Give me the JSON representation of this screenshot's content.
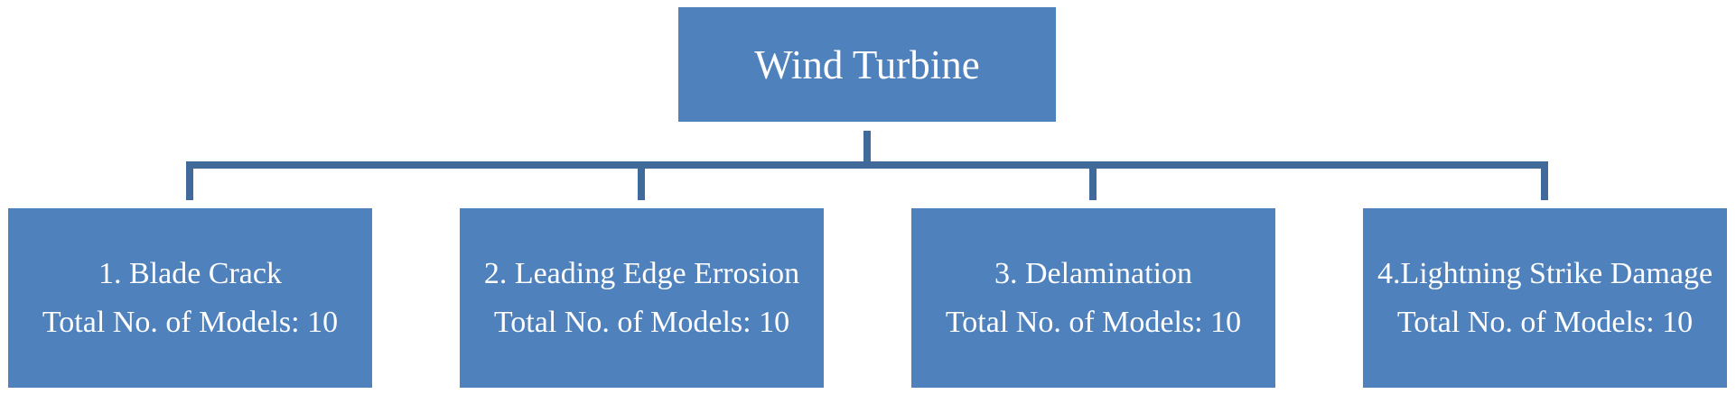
{
  "root": {
    "label": "Wind Turbine"
  },
  "children": [
    {
      "title": "1. Blade Crack",
      "subtitle": "Total No. of Models: 10"
    },
    {
      "title": "2. Leading Edge Errosion",
      "subtitle": "Total No. of Models: 10"
    },
    {
      "title": "3. Delamination",
      "subtitle": "Total No. of Models: 10"
    },
    {
      "title": "4.Lightning Strike Damage",
      "subtitle": "Total No. of Models: 10"
    }
  ],
  "colors": {
    "box_fill": "#4f81bd",
    "connector": "#3f6a99",
    "text": "#ffffff"
  }
}
